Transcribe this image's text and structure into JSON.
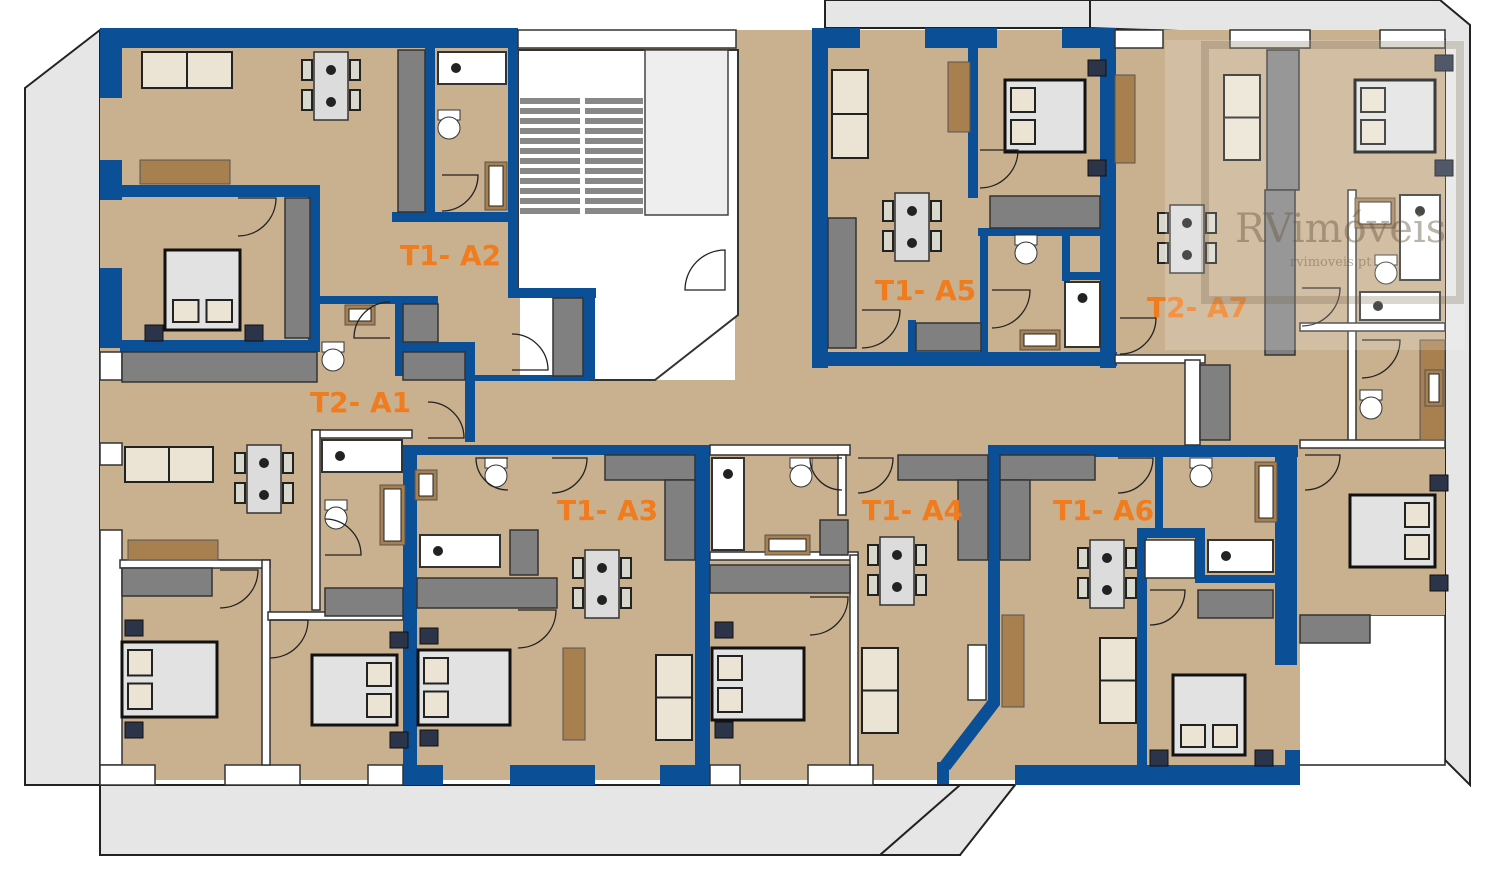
{
  "plan": {
    "units": [
      {
        "id": "a1",
        "label": "T2- A1"
      },
      {
        "id": "a2",
        "label": "T1- A2"
      },
      {
        "id": "a3",
        "label": "T1- A3"
      },
      {
        "id": "a4",
        "label": "T1- A4"
      },
      {
        "id": "a5",
        "label": "T1- A5"
      },
      {
        "id": "a6",
        "label": "T1- A6"
      },
      {
        "id": "a7",
        "label": "T2- A7"
      }
    ],
    "watermark": {
      "brand": "RVimóveis",
      "site": "rvimoveis.pt"
    }
  },
  "colors": {
    "wall": "#0b4f96",
    "floor": "#c9b08f",
    "label": "#f07c1e"
  }
}
